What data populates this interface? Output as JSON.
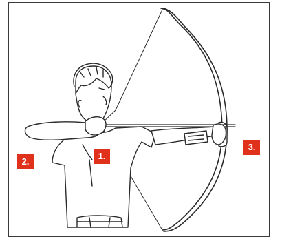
{
  "colors": {
    "marker": "#e0311d",
    "ink": "#2a2a2a",
    "bow": "#ffffff",
    "frame": "#3a3a3a"
  },
  "markers": [
    {
      "label": "1."
    },
    {
      "label": "2."
    },
    {
      "label": "3."
    }
  ]
}
